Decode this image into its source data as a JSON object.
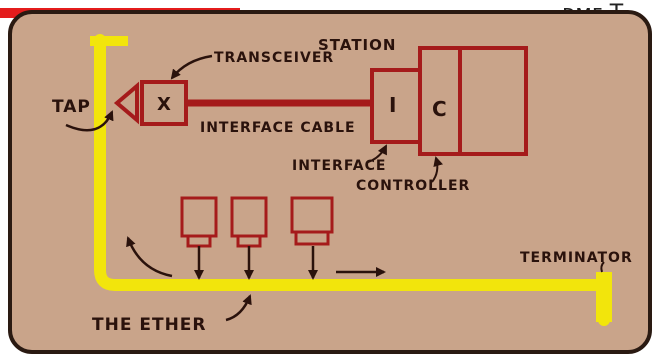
{
  "header_fragment": "ᴅᴍᴇ T",
  "diagram": {
    "labels": {
      "station": "STATION",
      "transceiver": "TRANSCEIVER",
      "tap": "TAP",
      "transceiver_box": "X",
      "interface_cable": "INTERFACE CABLE",
      "interface_box": "I",
      "controller_box": "C",
      "interface_controller_line1": "INTERFACE",
      "interface_controller_line2": "CONTROLLER",
      "terminator": "TERMINATOR",
      "the_ether": "THE ETHER"
    },
    "colors": {
      "board": "#c9a48a",
      "board_border": "#2a1a12",
      "ether": "#f2e50c",
      "component": "#a51b1b",
      "ink": "#2a120c",
      "header_bar": "#e41c1c"
    }
  }
}
